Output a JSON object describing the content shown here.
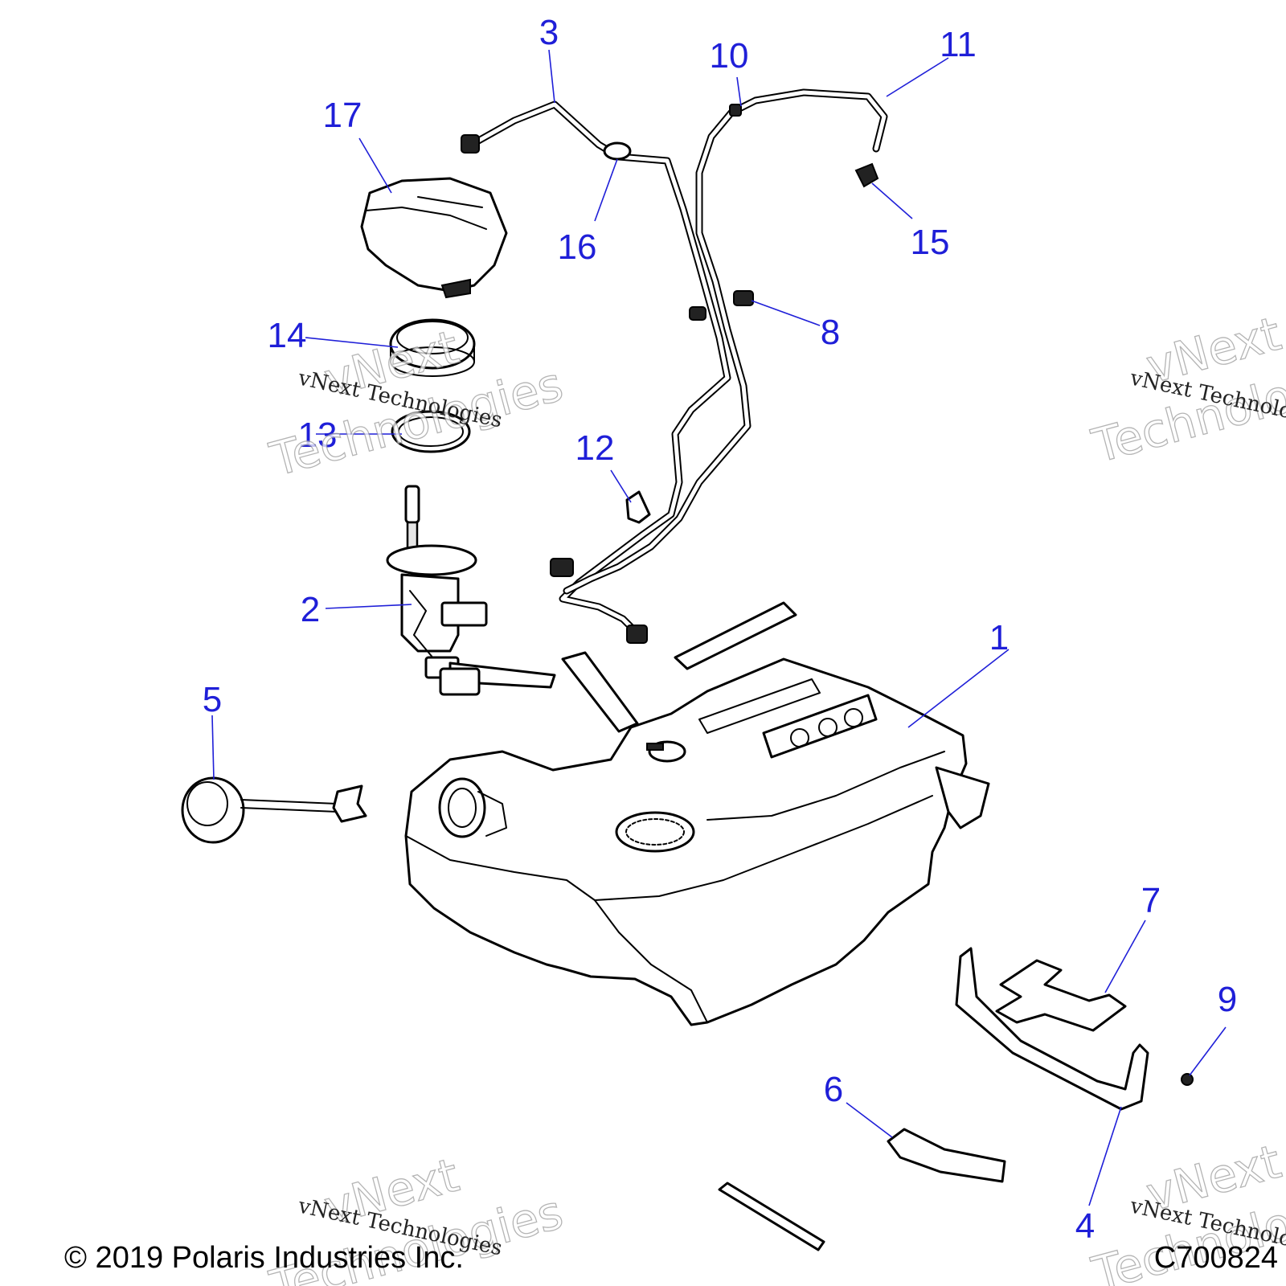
{
  "callouts": [
    "1",
    "2",
    "3",
    "4",
    "5",
    "6",
    "7",
    "8",
    "9",
    "10",
    "11",
    "12",
    "13",
    "14",
    "15",
    "16",
    "17"
  ],
  "watermark": {
    "brand_top": "vNext",
    "brand_bottom": "Technologies",
    "line": "vNext Technologies"
  },
  "footer": {
    "copyright": "© 2019 Polaris Industries Inc.",
    "code": "C700824"
  },
  "colors": {
    "callout": "#1f1fd8",
    "line_art": "#000000",
    "watermark": "#9c9c9c"
  }
}
